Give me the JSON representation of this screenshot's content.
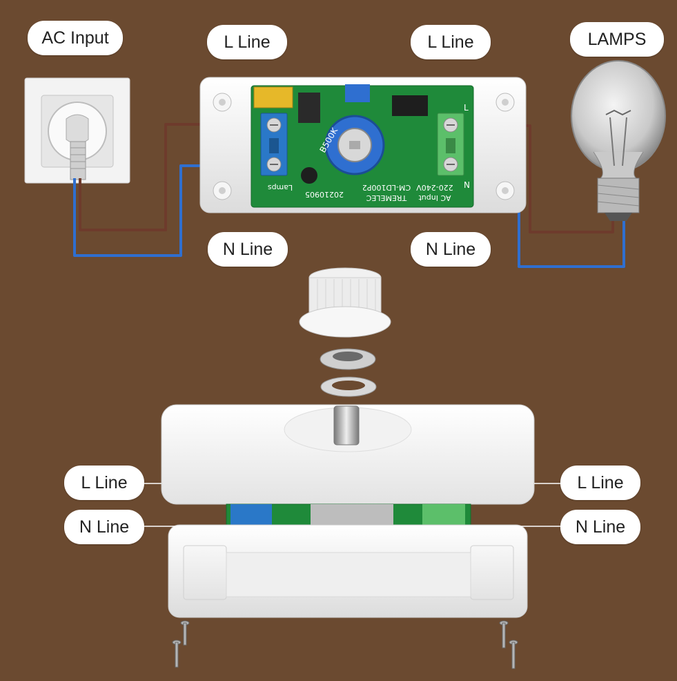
{
  "labels": {
    "ac_input": "AC Input",
    "lamps": "LAMPS",
    "l_line": "L Line",
    "n_line": "N Line"
  },
  "board": {
    "model": "CM-LD100P2",
    "brand": "TREMELEC",
    "date_code": "20210905",
    "voltage": "220-240V",
    "input": "AC Input",
    "lamps": "Lamps",
    "pot": "B500K",
    "term_l": "L",
    "term_n": "N"
  },
  "colors": {
    "background": "#6b4a30",
    "live_wire": "#6e3b2c",
    "neutral_wire": "#2f6fd0",
    "pcb": "#1f8a3a",
    "terminal_blue": "#2a78c8",
    "terminal_green": "#5cbf6a"
  }
}
